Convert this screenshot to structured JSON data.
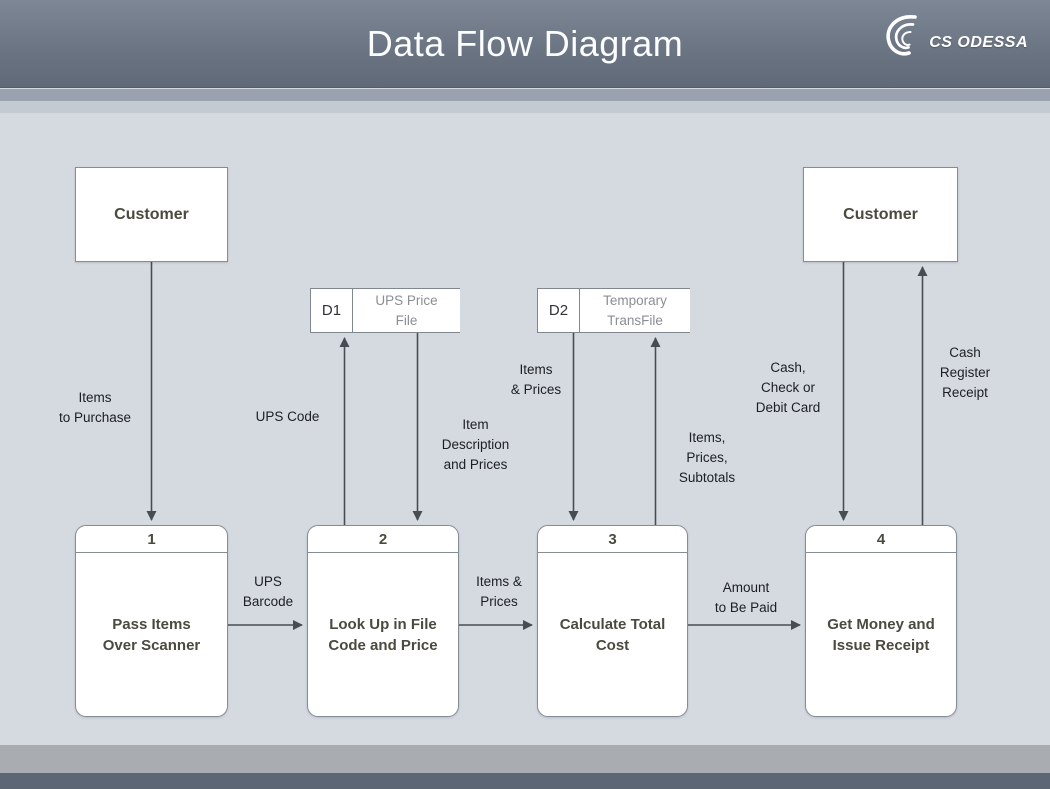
{
  "header": {
    "title": "Data Flow Diagram",
    "logo_text": "CS ODESSA"
  },
  "diagram": {
    "entities": [
      {
        "label": "Customer"
      },
      {
        "label": "Customer"
      }
    ],
    "data_stores": [
      {
        "id": "D1",
        "label": "UPS Price\nFile"
      },
      {
        "id": "D2",
        "label": "Temporary\nTransFile"
      }
    ],
    "processes": [
      {
        "number": "1",
        "label": "Pass Items\nOver Scanner"
      },
      {
        "number": "2",
        "label": "Look Up in File\nCode and Price"
      },
      {
        "number": "3",
        "label": "Calculate Total\nCost"
      },
      {
        "number": "4",
        "label": "Get Money and\nIssue Receipt"
      }
    ],
    "flows": [
      {
        "label": "Items\nto Purchase"
      },
      {
        "label": "UPS\nBarcode"
      },
      {
        "label": "UPS Code"
      },
      {
        "label": "Item\nDescription\nand Prices"
      },
      {
        "label": "Items &\nPrices"
      },
      {
        "label": "Items\n& Prices"
      },
      {
        "label": "Items,\nPrices,\nSubtotals"
      },
      {
        "label": "Amount\nto Be Paid"
      },
      {
        "label": "Cash,\nCheck or\nDebit Card"
      },
      {
        "label": "Cash\nRegister\nReceipt"
      }
    ]
  },
  "colors": {
    "banner_top": "#7e8795",
    "banner_bottom": "#606977",
    "canvas_bg": "#d5dae1",
    "arrow": "#474d54",
    "node_text": "#4b4a3f",
    "store_label_text": "#8b8e95"
  },
  "icons": {
    "logo": "swirl-logo-icon"
  }
}
